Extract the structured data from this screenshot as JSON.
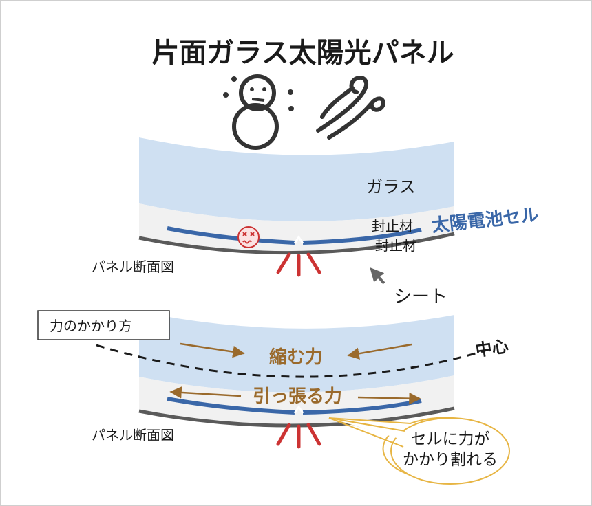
{
  "title": "片面ガラス太陽光パネル",
  "icons": {
    "weather_1": "snowman-icon",
    "weather_2": "wind-icon",
    "cell_state": "dizzy-face-icon"
  },
  "top_panel": {
    "glass_label": "ガラス",
    "encapsulant_upper": "封止材",
    "encapsulant_lower": "封止材",
    "cell_label": "太陽電池セル",
    "section_label": "パネル断面図",
    "sheet_label": "シート"
  },
  "bottom_panel": {
    "force_box_label": "力のかかり方",
    "compress_label": "縮む力",
    "tension_label": "引っ張る力",
    "center_label": "中心",
    "section_label": "パネル断面図",
    "callout_line1": "セルに力が",
    "callout_line2": "かかり割れる"
  },
  "colors": {
    "glass": "#cfe0f2",
    "encapsulant": "#f1f1f1",
    "cell": "#3a67a8",
    "sheet": "#5a5a5a",
    "crack": "#cc3333",
    "force": "#9a6a2c",
    "callout_border": "#e7b543",
    "frame_border": "#cfcfcf",
    "text": "#1a1a1a"
  }
}
